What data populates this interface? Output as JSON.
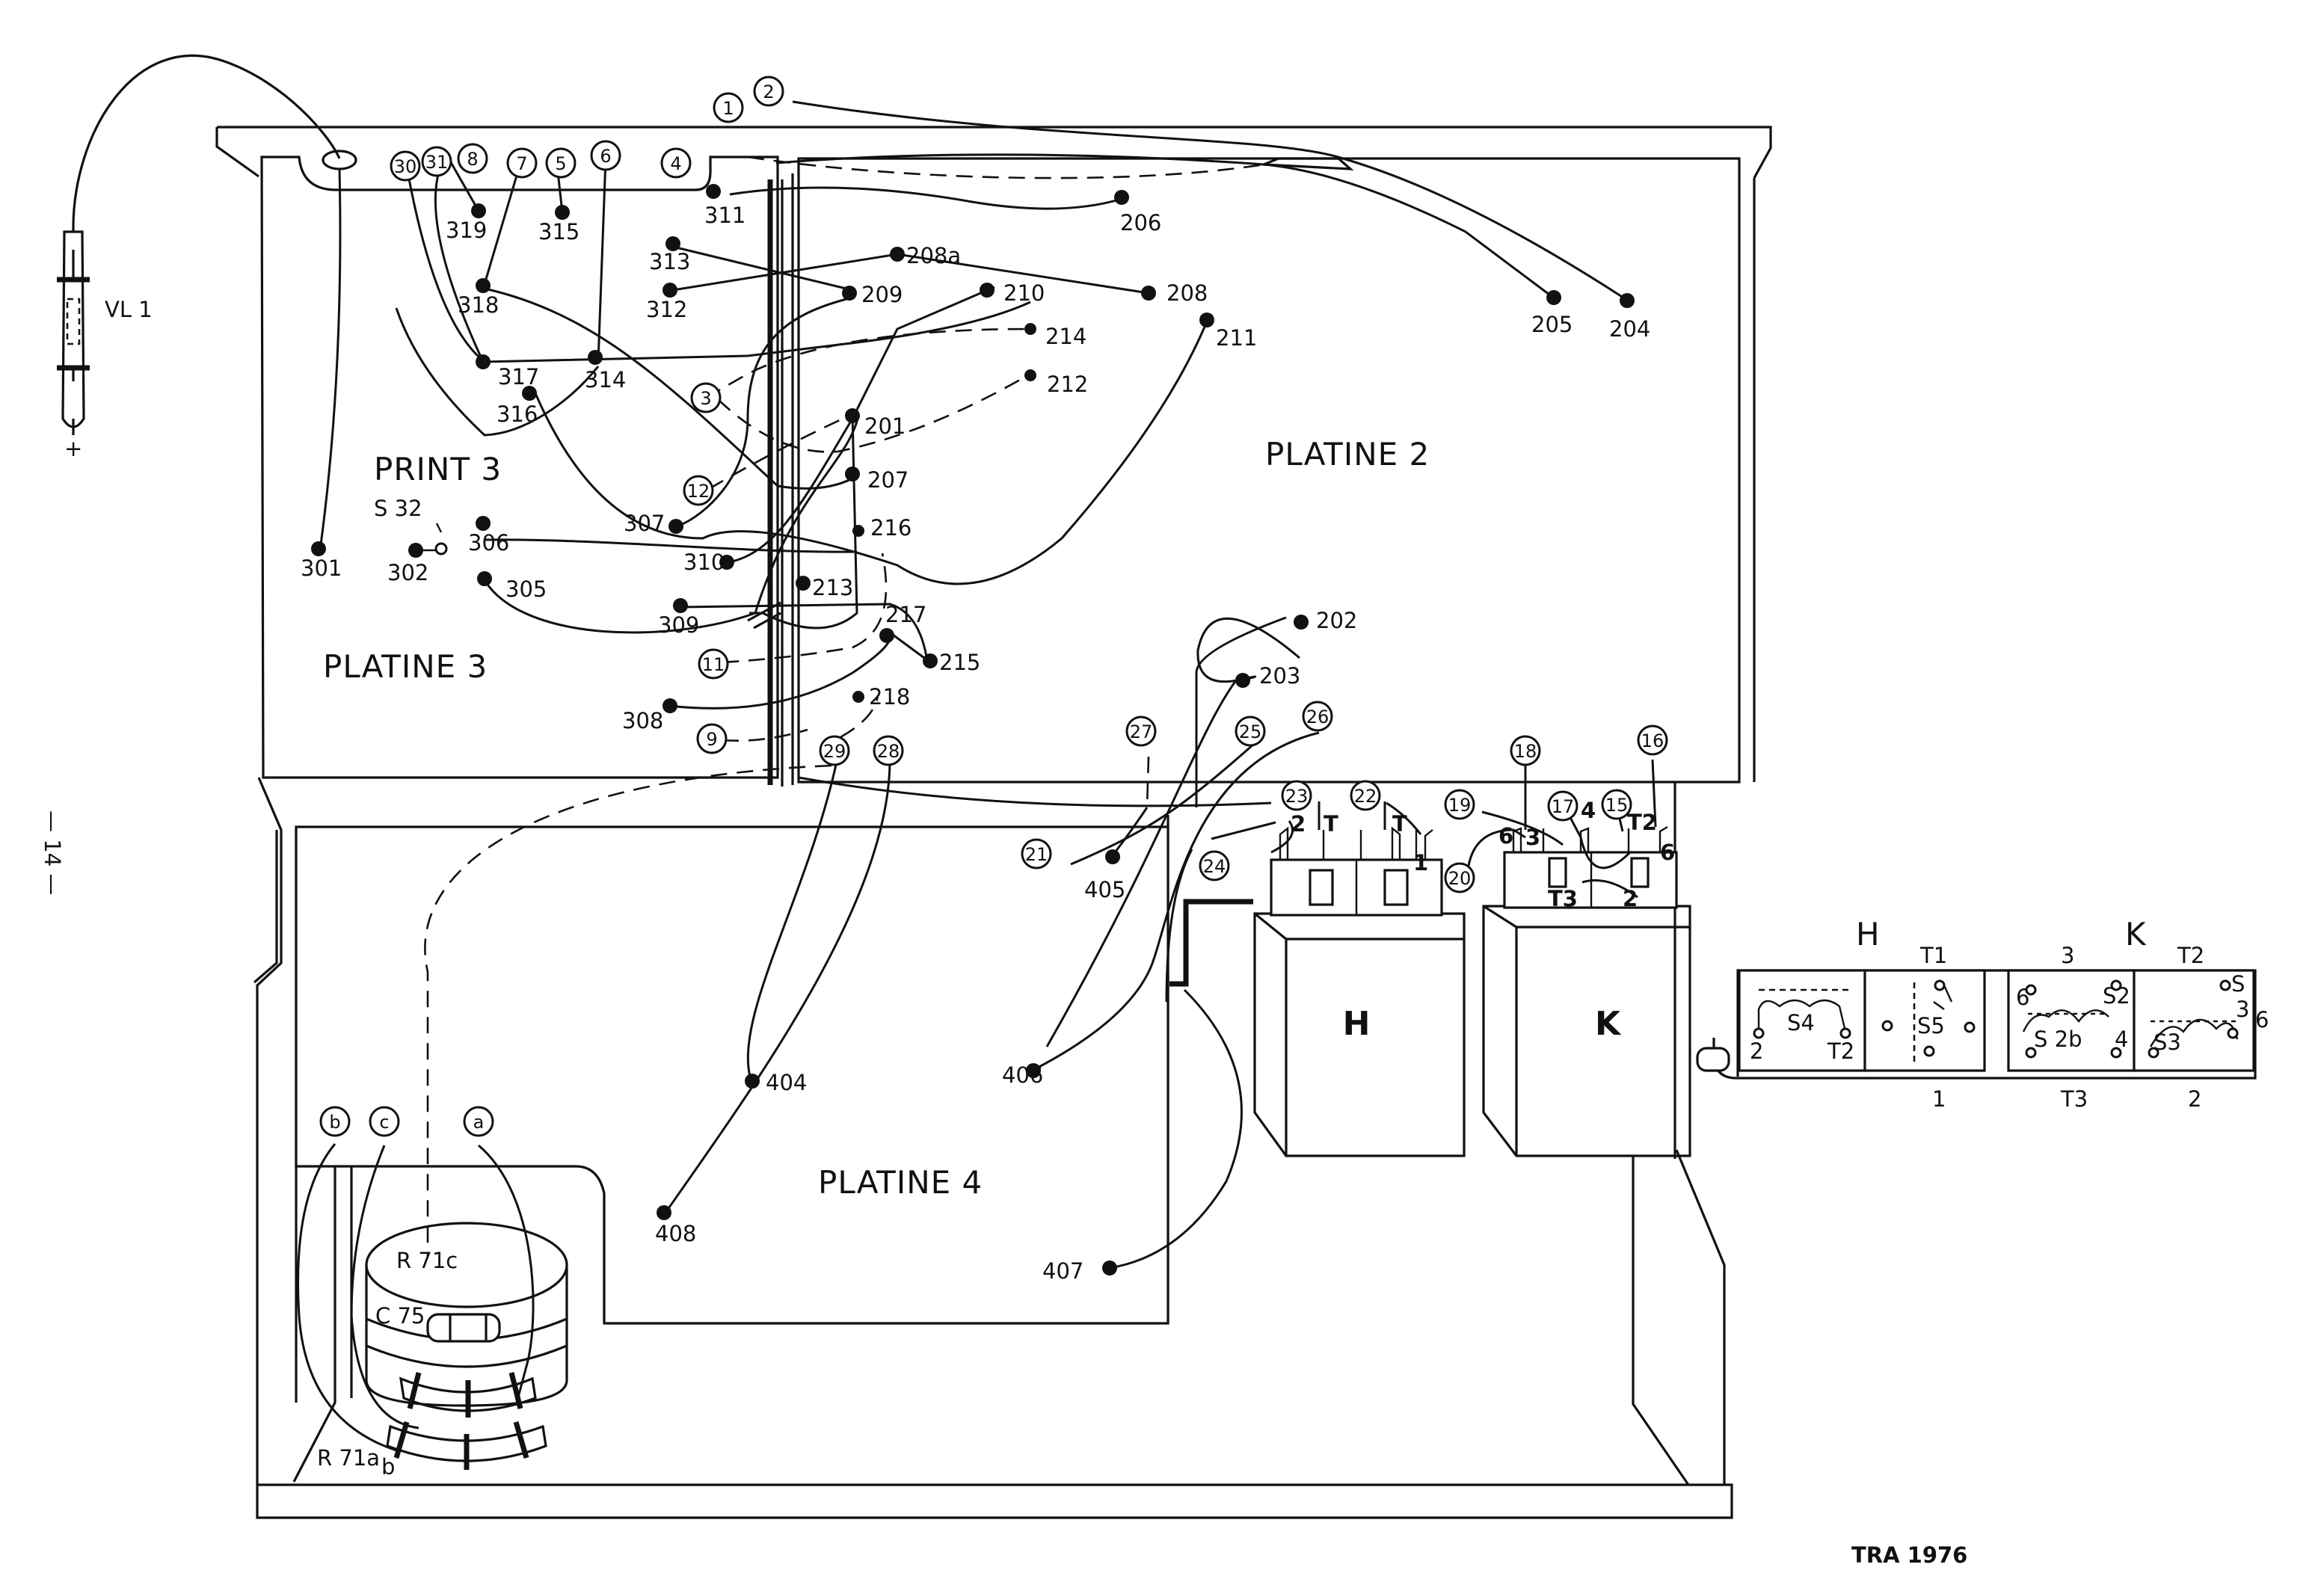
{
  "page_number": "— 14 —",
  "doc_code": "TRA 1976",
  "panels": {
    "platine2": "PLATINE 2",
    "platine3": "PLATINE 3",
    "platine4": "PLATINE 4",
    "print3": "PRINT 3"
  },
  "components": {
    "vl1": "VL 1",
    "vl1_plus": "+",
    "s32": "S 32",
    "r71c": "R 71c",
    "c75": "C 75",
    "r71a": "R 71a",
    "r71b": "b",
    "relay_h": "H",
    "relay_k": "K",
    "t3": "T3",
    "t3_num": "2",
    "rh_pin2": "2",
    "rh_pinT": "T",
    "rh_pin1": "1",
    "rh_pinT2": "T",
    "rk_pin6": "6",
    "rk_pin3": "3",
    "rk_pinT2": "T2",
    "rk_pin6b": "6",
    "rk_pin4": "4"
  },
  "legend": {
    "h": "H",
    "k": "K",
    "t1": "T1",
    "three": "3",
    "t2": "T2",
    "s4": "S4",
    "s5": "S5",
    "s2": "S2",
    "s20": "S 2b",
    "s3": "S3",
    "two_a": "2",
    "t2b": "T2",
    "six_a": "6",
    "four": "4",
    "s_side": "S",
    "three_side": "3",
    "six_b": "6",
    "cap1": "1",
    "capT3": "T3",
    "cap2": "2"
  },
  "circled": {
    "c1": "1",
    "c2": "2",
    "c3": "3",
    "c4": "4",
    "c5": "5",
    "c6": "6",
    "c7": "7",
    "c8": "8",
    "c9": "9",
    "c11": "11",
    "c12": "12",
    "c15": "15",
    "c16": "16",
    "c17": "17",
    "c18": "18",
    "c19": "19",
    "c20": "20",
    "c21": "21",
    "c22": "22",
    "c23": "23",
    "c24": "24",
    "c25": "25",
    "c26": "26",
    "c27": "27",
    "c28": "28",
    "c29": "29",
    "c30": "30",
    "c31": "31",
    "ca": "a",
    "cb": "b",
    "cc": "c"
  },
  "points": {
    "p201": "201",
    "p202": "202",
    "p203": "203",
    "p204": "204",
    "p205": "205",
    "p206": "206",
    "p207": "207",
    "p208": "208",
    "p208a": "208a",
    "p209": "209",
    "p210": "210",
    "p211": "211",
    "p212": "212",
    "p213": "213",
    "p214": "214",
    "p215": "215",
    "p216": "216",
    "p217": "217",
    "p218": "218",
    "p301": "301",
    "p302": "302",
    "p305": "305",
    "p306": "306",
    "p307": "307",
    "p308": "308",
    "p309": "309",
    "p310": "310",
    "p311": "311",
    "p312": "312",
    "p313": "313",
    "p314": "314",
    "p315": "315",
    "p316": "316",
    "p317": "317",
    "p318": "318",
    "p319": "319",
    "p404": "404",
    "p405": "405",
    "p406": "406",
    "p407": "407",
    "p408": "408"
  }
}
